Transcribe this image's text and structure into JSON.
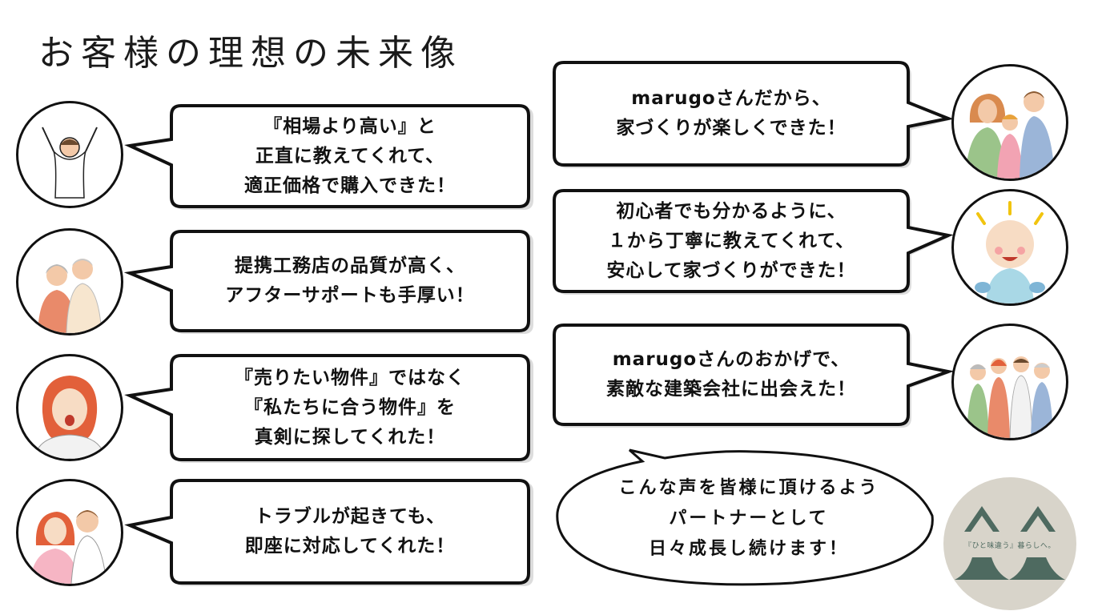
{
  "title": "お客様の理想の未来像",
  "voices_left": [
    {
      "avatar": "cheering-man-icon",
      "lines": [
        "『相場より高い』と",
        "正直に教えてくれて、",
        "適正価格で購入できた！"
      ]
    },
    {
      "avatar": "senior-couple-icon",
      "lines": [
        "提携工務店の品質が高く、",
        "アフターサポートも手厚い！"
      ]
    },
    {
      "avatar": "excited-woman-icon",
      "lines": [
        "『売りたい物件』ではなく",
        "『私たちに合う物件』を",
        "真剣に探してくれた！"
      ]
    },
    {
      "avatar": "thumbs-up-couple-icon",
      "lines": [
        "トラブルが起きても、",
        "即座に対応してくれた！"
      ]
    }
  ],
  "voices_right": [
    {
      "avatar": "family-icon",
      "lines": [
        "marugoさんだから、",
        "家づくりが楽しくできた！"
      ]
    },
    {
      "avatar": "happy-baby-icon",
      "lines": [
        "初心者でも分かるように、",
        "１から丁寧に教えてくれて、",
        "安心して家づくりができた！"
      ]
    },
    {
      "avatar": "multigenerational-family-icon",
      "lines": [
        "marugoさんのおかげで、",
        "素敵な建築会社に出会えた！"
      ]
    }
  ],
  "closing": {
    "lines": [
      "こんな声を皆様に頂けるよう",
      "パートナーとして",
      "日々成長し続けます！"
    ]
  },
  "logo": {
    "tagline": "『ひと味違う』暮らしへ。",
    "icon": "twin-house-logo-icon"
  },
  "colors": {
    "ink": "#111111",
    "bubble_shadow": "#dcdcdc",
    "logo_bg": "#d8d4ca",
    "logo_mark": "#4e6a60",
    "skin": "#f3c9a8",
    "hair_red": "#e2603a"
  }
}
